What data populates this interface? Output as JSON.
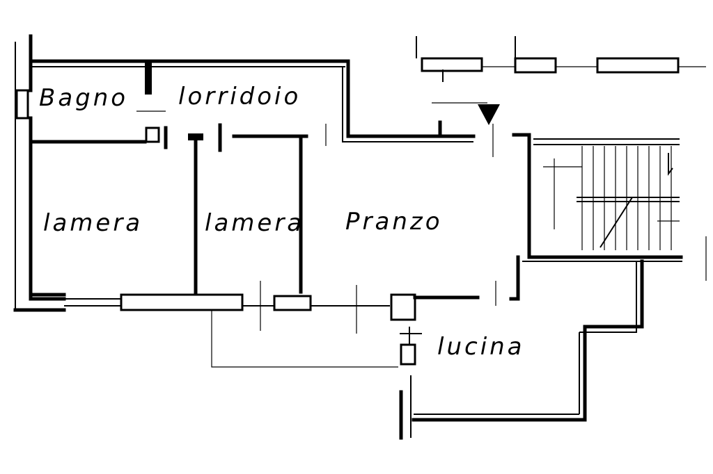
{
  "plan": {
    "rooms": {
      "bagno": "Bagno",
      "corridoio": "lorridoio",
      "camera_left": "lamera",
      "camera_right": "lamera",
      "pranzo": "Pranzo",
      "cucina": "lucina"
    }
  }
}
